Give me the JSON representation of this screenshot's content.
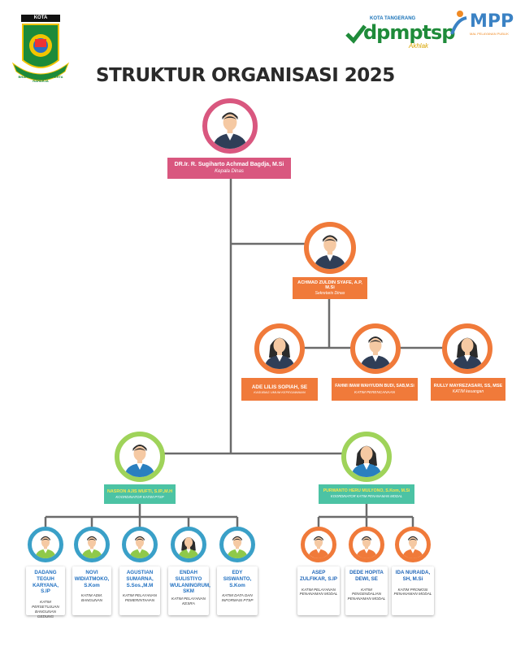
{
  "header": {
    "city_label": "KOTA TANGERANG",
    "city_motto": "BHAKTI KARYA ADHI KERTA RAHARJA",
    "brand1_small": "KOTA TANGERANG",
    "brand1_big": "dpmptsp",
    "brand1_sub": "Akhlak",
    "brand2_big": "MPP",
    "brand2_sub": "MAL PELAYANAN PUBLIK"
  },
  "title": "STRUKTUR ORGANISASI 2025",
  "head": {
    "name": "DR.Ir. R. Sugiharto Achmad Bagdja, M.Si",
    "role": "Kepala Dinas",
    "color": "#d9577f"
  },
  "secretary": {
    "name": "ACHMAD ZULDIN SYAFE, A.P, M.Si",
    "role": "Sekretaris Dinas",
    "color": "#f07a3a"
  },
  "sec_staff": [
    {
      "name": "ADE LILIS SOPIAH, SE",
      "role": "KASUBAG UMUM KEPEGAWAIAN"
    },
    {
      "name": "FAHMI IMAM WAHYUDIN BUDI, SAB,M.Si",
      "role": "KATIM PERENCANAAN"
    },
    {
      "name": "RULLY MAYREZASARI, SS, MSE",
      "role": "KATIM keuangan"
    }
  ],
  "coordinators": [
    {
      "name": "NASRON AJIS MUFTI, S.IP.,M.H",
      "role": "KOORDINATOR KATIM PTSP",
      "color": "#4cc3a4",
      "name_color": "#f7e64a"
    },
    {
      "name": "PURWANTO HERU MULYONO, S.Kom, M.Si",
      "role": "KOORDINATOR KATIM PENANAMAN MODAL",
      "color": "#4cc3a4",
      "name_color": "#f7e64a"
    }
  ],
  "ptsp_staff": [
    {
      "name": "DADANG TEGUH KARYANA, S.IP",
      "role": "KATIM PERSETUJUAN BANGUNAN GEDUNG"
    },
    {
      "name": "NOVI WIDIATMOKO, S.Kom",
      "role": "KATIM ADM. BANGUNAN"
    },
    {
      "name": "AGUSTIAN SUMARNA, S.Sos.,M.M",
      "role": "KATIM PELAYANAN PEMERINTAHAN"
    },
    {
      "name": "ENDAH SULISTIYO WULANINGRUM, SKM",
      "role": "KATIM PELAYANAN KESRA"
    },
    {
      "name": "EDY SISWANTO, S.Kom",
      "role": "KATIM DATA DAN INFORMASI PTSP"
    }
  ],
  "pm_staff": [
    {
      "name": "ASEP ZULFIKAR, S.IP",
      "role": "KATIM PELAYANAN PENANAMAN MODAL"
    },
    {
      "name": "DEDE HOPITA DEWI, SE",
      "role": "KATIM PENGENDALIAN PENANAMAN MODAL"
    },
    {
      "name": "IDA NURAIDA, SH, M.Si",
      "role": "KATIM PROMOSI PENANAMAN MODAL"
    }
  ],
  "colors": {
    "line": "#6b6b6b",
    "orange": "#f07a3a",
    "pink": "#d9577f",
    "teal": "#4cc3a4",
    "ptsp_ring": "#3aa0c8",
    "pm_ring": "#f07a3a",
    "staff_name_blue": "#2a6fc0",
    "staff_name_orange": "#1f65b8"
  }
}
